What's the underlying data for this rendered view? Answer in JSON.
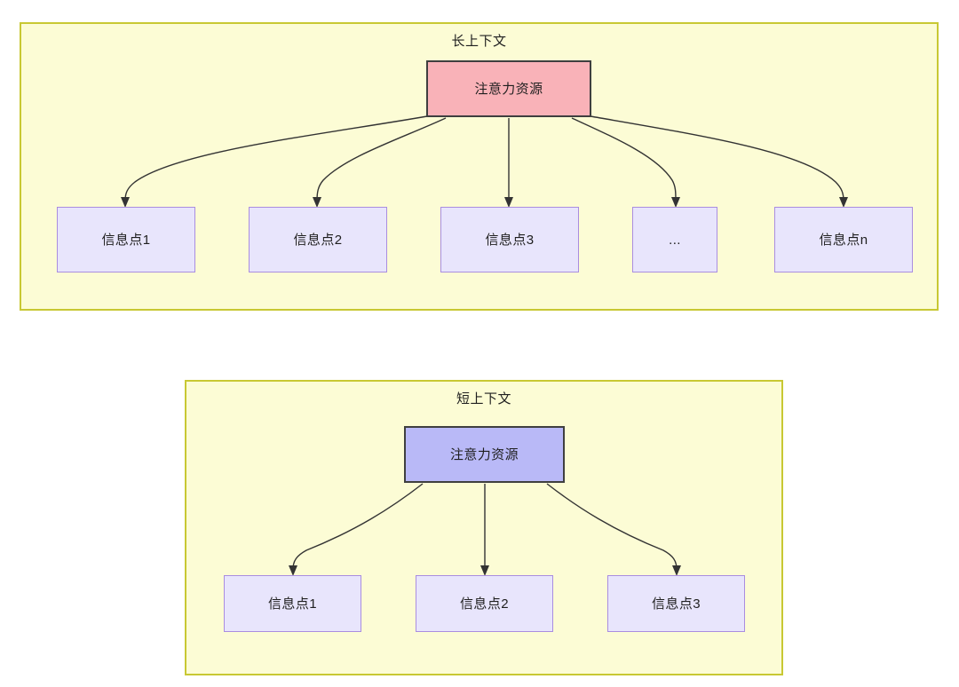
{
  "diagram": {
    "type": "flowchart",
    "description": "Two attention-resource allocation flowcharts comparing long context and short context",
    "containers": [
      {
        "id": "long-context",
        "title": "长上下文",
        "root": {
          "label": "注意力资源",
          "fill": "#f9b2b8",
          "stroke": "#3f3f3f"
        },
        "children": [
          {
            "label": "信息点1",
            "fill": "#e8e5fc",
            "stroke": "#a98de0"
          },
          {
            "label": "信息点2",
            "fill": "#e8e5fc",
            "stroke": "#a98de0"
          },
          {
            "label": "信息点3",
            "fill": "#e8e5fc",
            "stroke": "#a98de0"
          },
          {
            "label": "...",
            "fill": "#e8e5fc",
            "stroke": "#a98de0"
          },
          {
            "label": "信息点n",
            "fill": "#e8e5fc",
            "stroke": "#a98de0"
          }
        ],
        "background": "#fcfcd5",
        "border": "#c8c833"
      },
      {
        "id": "short-context",
        "title": "短上下文",
        "root": {
          "label": "注意力资源",
          "fill": "#b9b9f7",
          "stroke": "#3f3f3f"
        },
        "children": [
          {
            "label": "信息点1",
            "fill": "#e8e5fc",
            "stroke": "#a98de0"
          },
          {
            "label": "信息点2",
            "fill": "#e8e5fc",
            "stroke": "#a98de0"
          },
          {
            "label": "信息点3",
            "fill": "#e8e5fc",
            "stroke": "#a98de0"
          }
        ],
        "background": "#fcfcd5",
        "border": "#c8c833"
      }
    ],
    "edge_color": "#333333",
    "page_background": "#ffffff"
  }
}
